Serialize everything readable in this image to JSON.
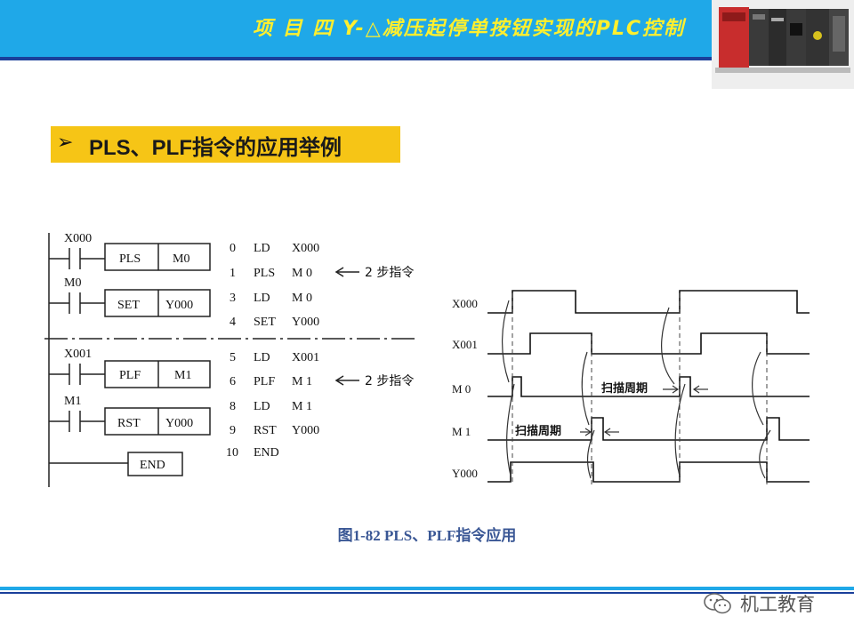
{
  "header": {
    "title": "项 目 四   Y-△减压起停单按钮实现的PLC控制"
  },
  "section": {
    "arrow": "➢",
    "title": "PLS、PLF指令的应用举例"
  },
  "ladder": {
    "contacts": [
      "X000",
      "M0",
      "X001",
      "M1"
    ],
    "boxes": [
      {
        "op": "PLS",
        "arg": "M0"
      },
      {
        "op": "SET",
        "arg": "Y000"
      },
      {
        "op": "PLF",
        "arg": "M1"
      },
      {
        "op": "RST",
        "arg": "Y000"
      }
    ],
    "end_label": "END"
  },
  "program": [
    {
      "step": "0",
      "op": "LD",
      "arg": "X000"
    },
    {
      "step": "1",
      "op": "PLS",
      "arg": "M  0"
    },
    {
      "step": "3",
      "op": "LD",
      "arg": "M  0"
    },
    {
      "step": "4",
      "op": "SET",
      "arg": "Y000"
    },
    {
      "step": "5",
      "op": "LD",
      "arg": "X001"
    },
    {
      "step": "6",
      "op": "PLF",
      "arg": "M  1"
    },
    {
      "step": "8",
      "op": "LD",
      "arg": "M  1"
    },
    {
      "step": "9",
      "op": "RST",
      "arg": "Y000"
    },
    {
      "step": "10",
      "op": "END",
      "arg": ""
    }
  ],
  "step_notes": [
    "2 步指令",
    "2 步指令"
  ],
  "timing": {
    "signals": [
      "X000",
      "X001",
      "M 0",
      "M 1",
      "Y000"
    ],
    "scan_labels": [
      "扫描周期",
      "扫描周期"
    ]
  },
  "caption": "图1-82   PLS、PLF指令应用",
  "watermark": "机工教育",
  "colors": {
    "header_blue": "#1fa8e8",
    "header_dark": "#1a3f9a",
    "title_yellow": "#ffef2e",
    "section_yellow": "#f6c516",
    "caption_blue": "#3a5795"
  }
}
